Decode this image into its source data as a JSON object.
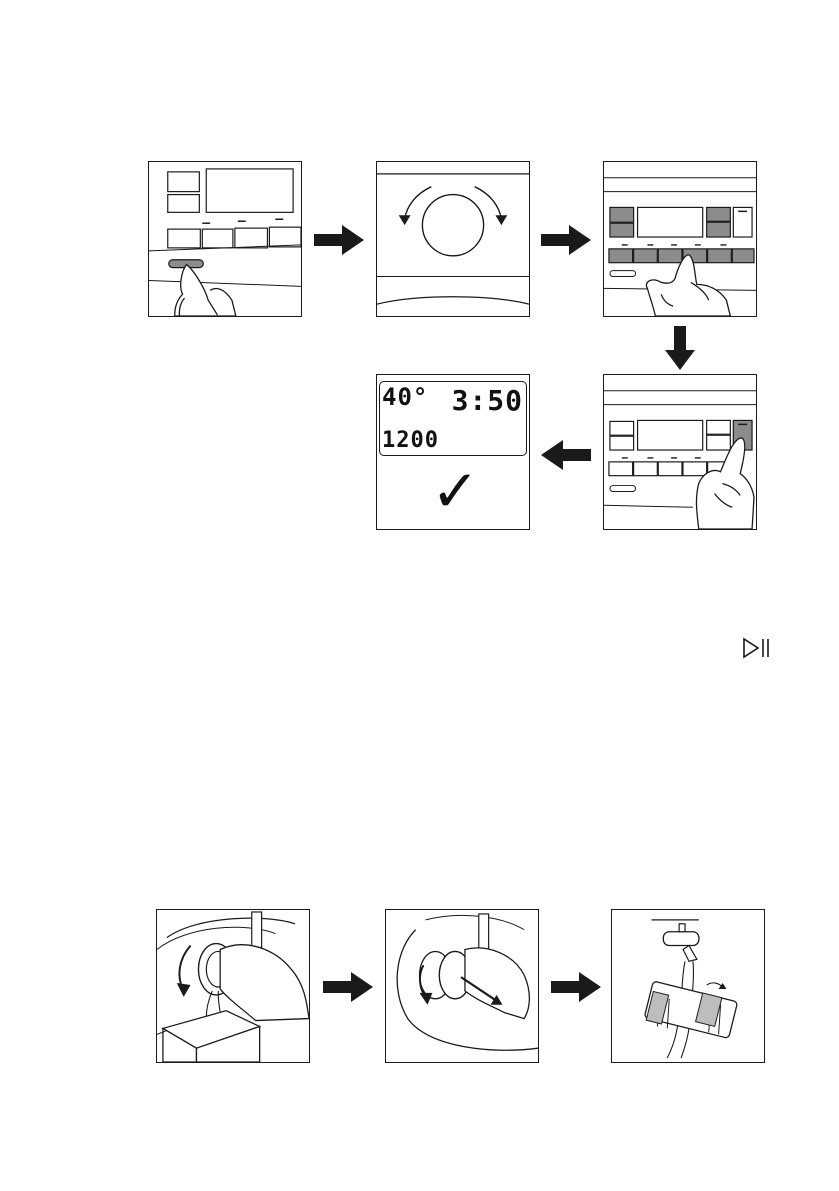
{
  "display": {
    "temperature": "40°",
    "time": "3:50",
    "spin": "1200",
    "confirm_symbol": "✓"
  },
  "icons": {
    "play_pause": "play-pause-icon",
    "arrow": "arrow-icon",
    "dial_rotate": "rotate-dial-icon",
    "hand": "hand-pointer-icon",
    "tap": "water-tap-icon",
    "filter": "drain-filter-icon"
  },
  "colors": {
    "line": "#1a1a1a",
    "button_fill": "#8c8c8c",
    "background": "#ffffff"
  }
}
